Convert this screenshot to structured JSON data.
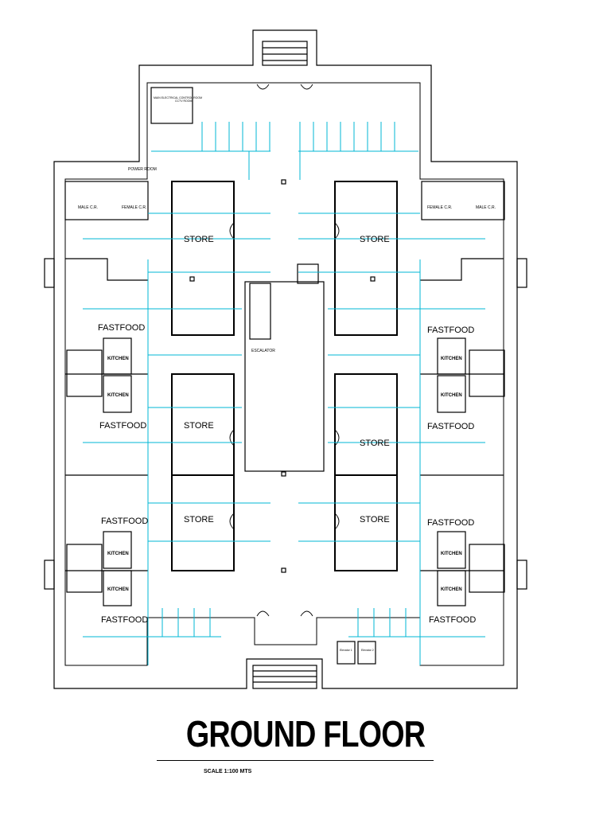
{
  "title": "GROUND FLOOR",
  "scale_note": "SCALE 1:100 MTS",
  "colors": {
    "wall": "#000000",
    "parking_line": "#00b7d4"
  },
  "labels": {
    "main_electrical": "MAIN ELECTRICAL CONTROL ROOM",
    "cctv_room": "CCTV ROOM",
    "power_room": "POWER ROOM",
    "male_cr": "MALE C.R.",
    "female_cr": "FEMALE C.R.",
    "store": "STORE",
    "fastfood": "FASTFOOD",
    "kitchen": "KITCHEN",
    "escalator": "ESCALATOR",
    "elevator_1": "Elevator 1",
    "elevator_2": "Elevator 2"
  }
}
